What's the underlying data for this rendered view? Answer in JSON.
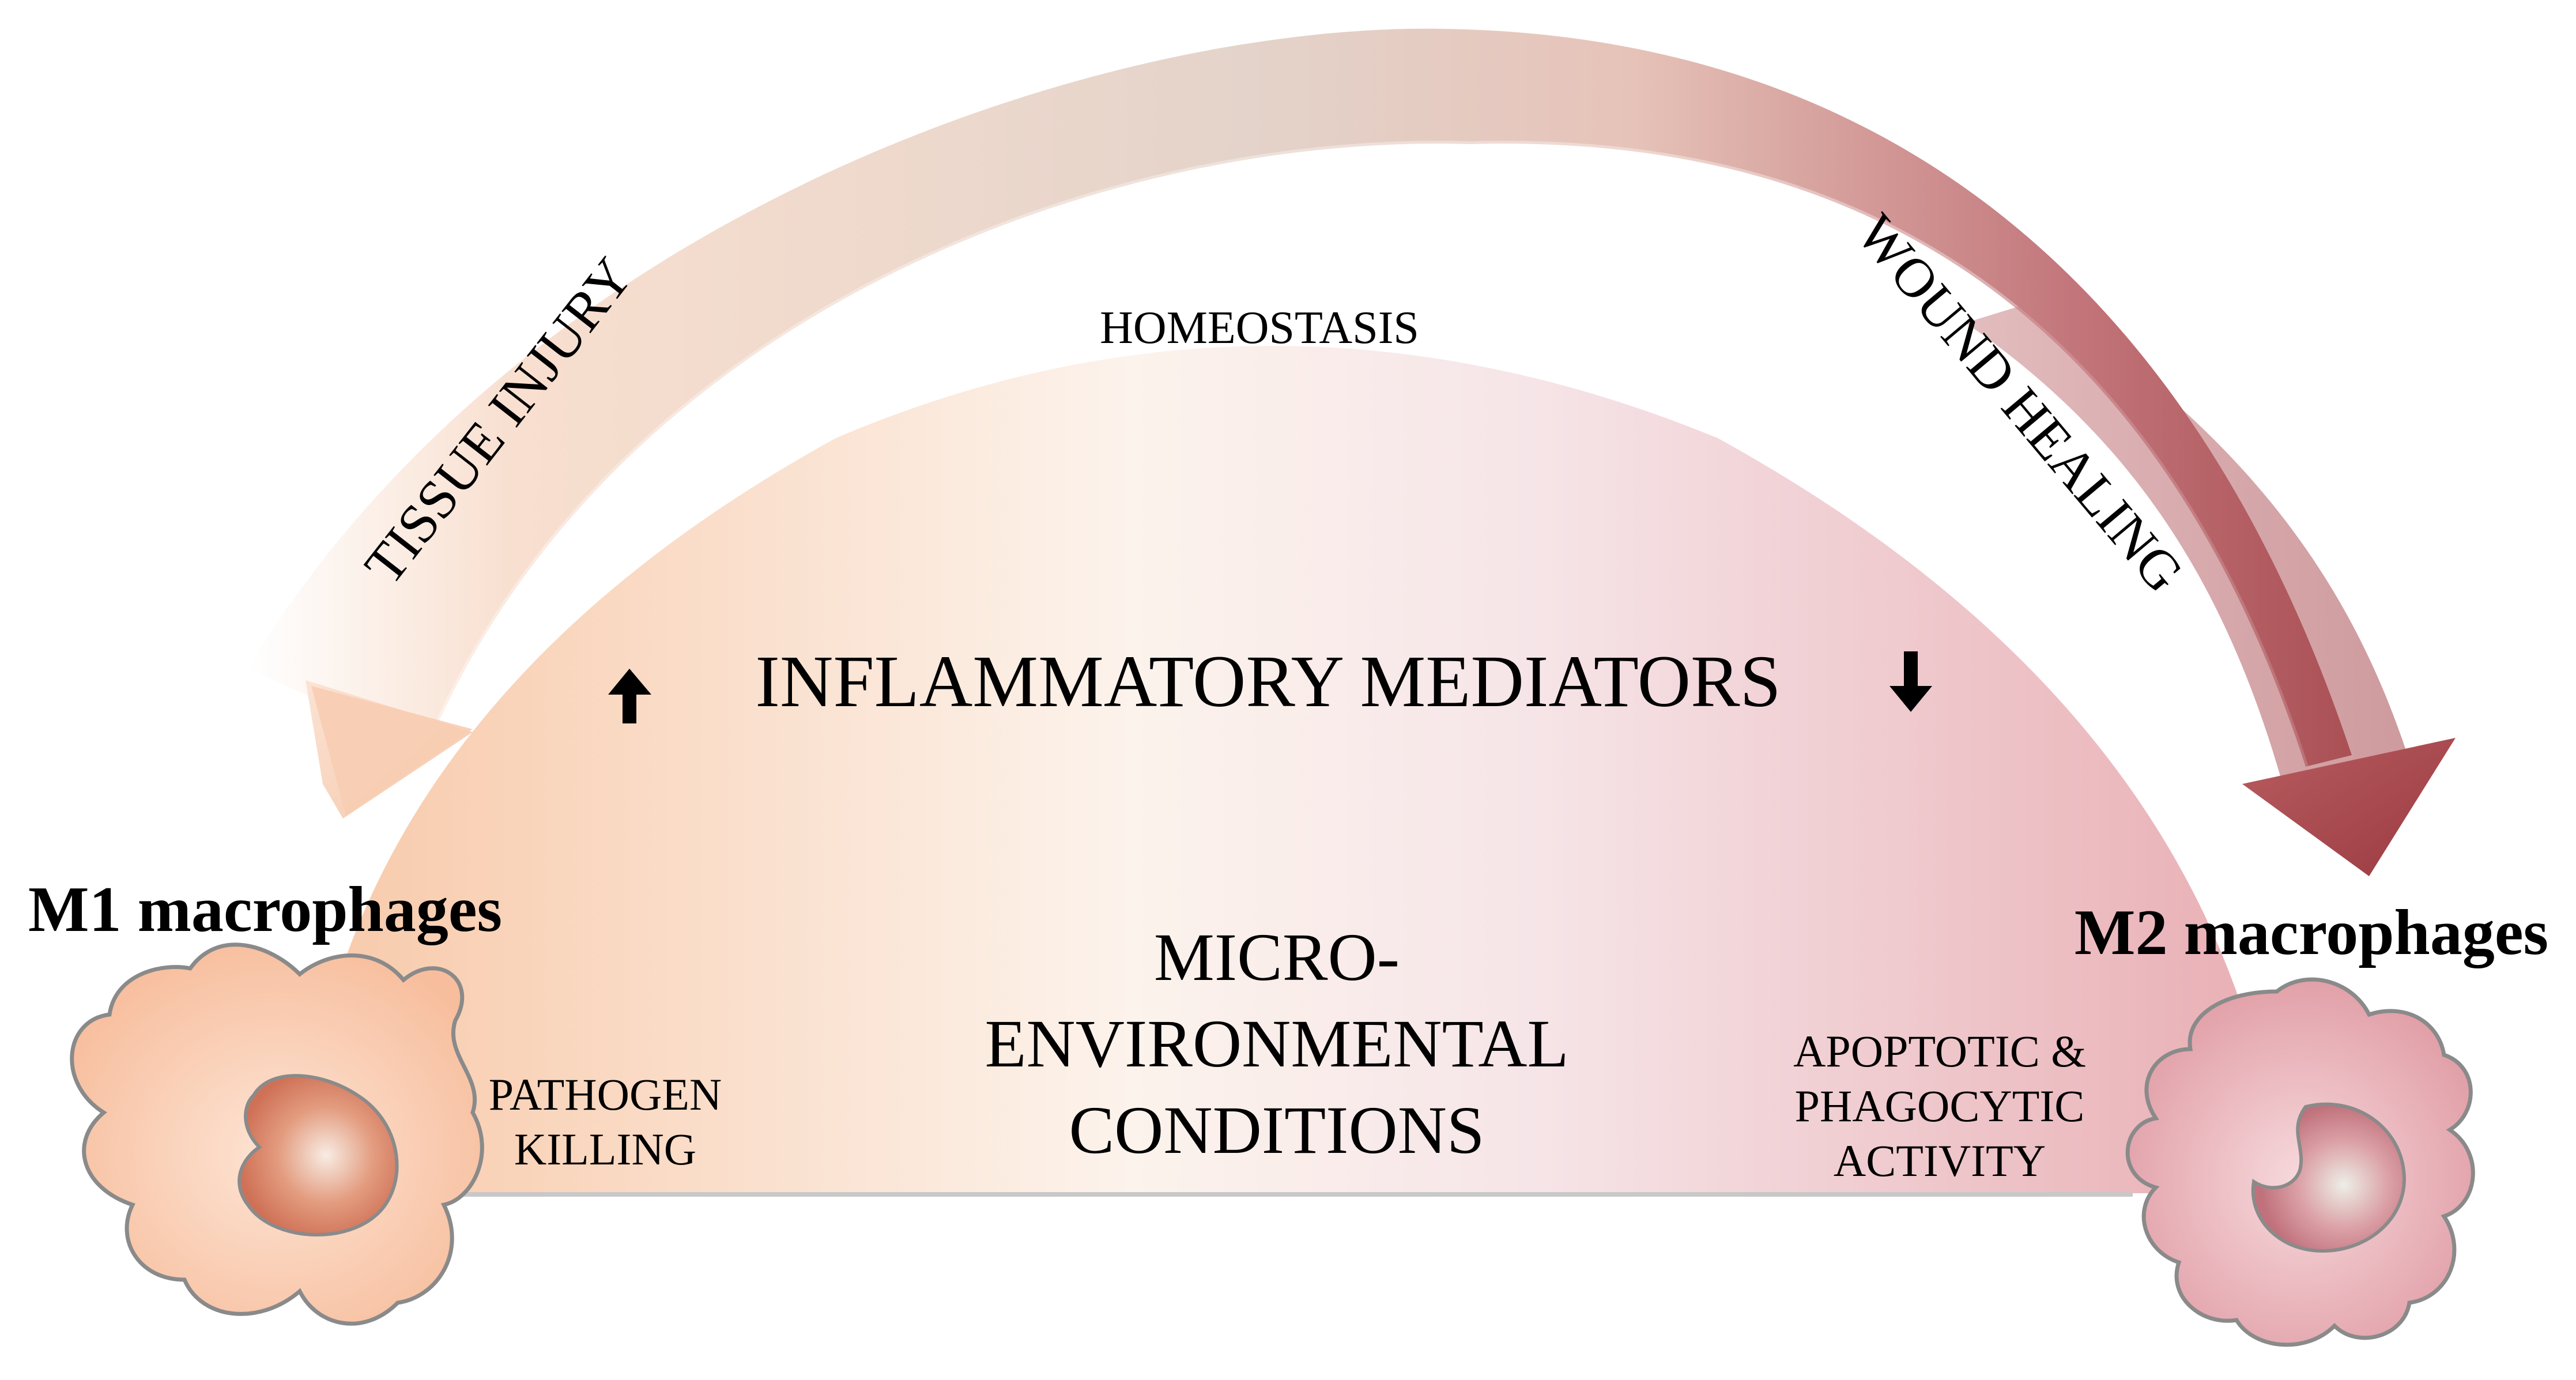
{
  "diagram": {
    "homeostasis": "HOMEOSTASIS",
    "tissue_injury": "TISSUE INJURY",
    "wound_healing": "WOUND HEALING",
    "inflammatory_mediators": "INFLAMMATORY MEDIATORS",
    "micro_env_line1": "MICRO-",
    "micro_env_line2": "ENVIRONMENTAL",
    "micro_env_line3": "CONDITIONS",
    "m1_title": "M1 macrophages",
    "m2_title": "M2 macrophages",
    "m1_function_line1": "PATHOGEN",
    "m1_function_line2": "KILLING",
    "m2_function_line1": "APOPTOTIC &",
    "m2_function_line2": "PHAGOCYTIC",
    "m2_function_line3": "ACTIVITY"
  },
  "colors": {
    "m1_tone": "#f7c2a3",
    "m2_tone": "#e3a1a9",
    "arrow_left": "#f9d6c1",
    "arrow_right": "#a8454a",
    "outline": "#8a8a8a",
    "text": "#000000"
  },
  "icons": {
    "up_arrow": "arrow-up-icon",
    "down_arrow": "arrow-down-icon"
  }
}
